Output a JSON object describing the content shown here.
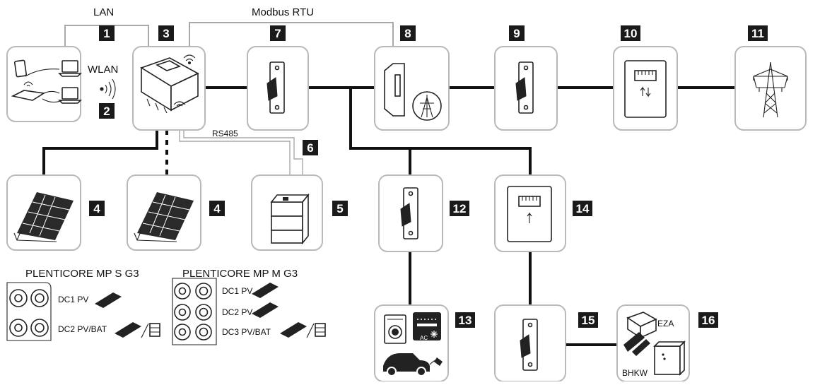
{
  "labels": {
    "lan": "LAN",
    "wlan": "WLAN",
    "modbus": "Modbus RTU",
    "rs485": "RS485",
    "model_s": "PLENTICORE MP S G3",
    "model_m": "PLENTICORE MP M G3",
    "s_dc1": "DC1 PV",
    "s_dc2": "DC2 PV/BAT",
    "m_dc1": "DC1 PV",
    "m_dc2": "DC2 PV",
    "m_dc3": "DC3 PV/BAT",
    "eza": "EZA",
    "bhkw": "BHKW",
    "ac": "AC"
  },
  "badges": {
    "b1": "1",
    "b2": "2",
    "b3": "3",
    "b4a": "4",
    "b4b": "4",
    "b5": "5",
    "b6": "6",
    "b7": "7",
    "b8": "8",
    "b9": "9",
    "b10": "10",
    "b11": "11",
    "b12": "12",
    "b13": "13",
    "b14": "14",
    "b15": "15",
    "b16": "16"
  },
  "icons": {
    "network": "network-devices-icon",
    "inverter": "inverter-icon",
    "breaker": "circuit-breaker-icon",
    "energy_meter": "energy-meter-icon",
    "grid_meter": "grid-meter-icon",
    "pylon": "power-pylon-icon",
    "solar": "solar-panel-icon",
    "battery": "battery-storage-icon",
    "consumers": "household-consumers-icon",
    "generator": "generator-icon"
  }
}
